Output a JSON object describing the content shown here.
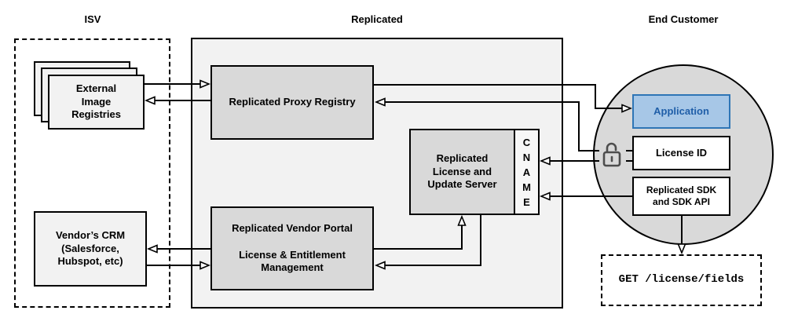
{
  "sections": {
    "isv": "ISV",
    "replicated": "Replicated",
    "end_customer": "End Customer"
  },
  "nodes": {
    "external_image_registries": "External\nImage\nRegistries",
    "replicated_proxy_registry": "Replicated Proxy Registry",
    "replicated_license_update_server": "Replicated\nLicense and\nUpdate Server",
    "cname": "C\nN\nA\nM\nE",
    "replicated_vendor_portal": "Replicated Vendor Portal\n\nLicense & Entitlement\nManagement",
    "vendors_crm": "Vendor’s CRM\n(Salesforce,\nHubspot, etc)",
    "application": "Application",
    "license_id": "License ID",
    "replicated_sdk": "Replicated SDK\nand SDK API",
    "get_license_fields": "GET /license/fields"
  },
  "icons": {
    "lock": "unlocked-padlock-icon"
  },
  "colors": {
    "container_fill": "#f2f2f2",
    "node_fill": "#d9d9d9",
    "circle_fill": "#d9d9d9",
    "cname_fill": "#f7f7f7",
    "white_fill": "#ffffff",
    "line": "#000000",
    "application_fill": "#a7c7e7",
    "application_border": "#2e75b6",
    "application_text": "#1f5ea8",
    "lock_stroke": "#4d4d4d"
  },
  "edges": [
    {
      "from": "external_image_registries",
      "to": "replicated_proxy_registry"
    },
    {
      "from": "replicated_proxy_registry",
      "to": "external_image_registries"
    },
    {
      "from": "replicated_proxy_registry",
      "to": "application"
    },
    {
      "from": "license_id",
      "to": "replicated_proxy_registry"
    },
    {
      "from": "license_id",
      "to": "cname"
    },
    {
      "from": "replicated_sdk",
      "to": "cname"
    },
    {
      "from": "replicated_vendor_portal",
      "to": "replicated_license_update_server"
    },
    {
      "from": "replicated_license_update_server",
      "to": "replicated_vendor_portal"
    },
    {
      "from": "replicated_vendor_portal",
      "to": "vendors_crm"
    },
    {
      "from": "vendors_crm",
      "to": "replicated_vendor_portal"
    },
    {
      "from": "replicated_sdk",
      "to": "get_license_fields"
    }
  ]
}
